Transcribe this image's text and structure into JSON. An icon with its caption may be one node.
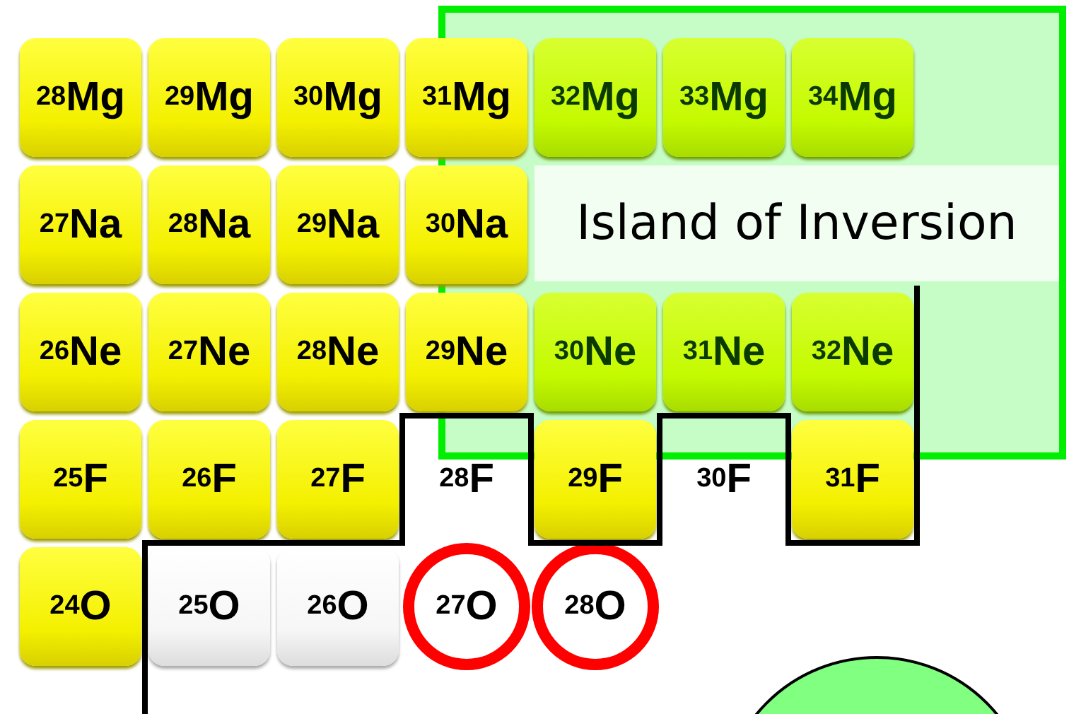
{
  "diagram": {
    "nodes": [
      {
        "text": [
          "Island of Inversion"
        ]
      },
      {
        "text": [
          "$^{28}$Mg"
        ]
      },
      {
        "text": [
          "$^{29}$Mg"
        ]
      },
      {
        "text": [
          "$^{30}$Mg"
        ]
      },
      {
        "text": [
          "$^{31}$Mg"
        ]
      },
      {
        "text": [
          "$^{32}$Mg"
        ],
        "in": 0
      },
      {
        "text": [
          "$^{33}$Mg"
        ],
        "in": 0
      },
      {
        "text": [
          "$^{34}$Mg"
        ],
        "in": 0
      },
      {
        "text": [
          "$^{27}$Na"
        ]
      },
      {
        "text": [
          "$^{28}$Na"
        ]
      },
      {
        "text": [
          "$^{29}$Na"
        ]
      },
      {
        "text": [
          "$^{30}$Na"
        ]
      },
      {
        "text": [
          "$^{26}$Ne"
        ]
      },
      {
        "text": [
          "$^{27}$Ne"
        ]
      },
      {
        "text": [
          "$^{28}$Ne"
        ]
      },
      {
        "text": [
          "$^{29}$Ne"
        ]
      },
      {
        "text": [
          "$^{30}$Ne"
        ],
        "in": 0
      },
      {
        "text": [
          "$^{31}$Ne"
        ],
        "in": 0
      },
      {
        "text": [
          "$^{32}$Ne"
        ],
        "in": 0
      },
      {
        "text": [
          "$^{25}$F"
        ]
      },
      {
        "text": [
          "$^{26}$F"
        ]
      },
      {
        "text": [
          "$^{27}$F"
        ]
      },
      {
        "text": [
          "$^{28}$F"
        ]
      },
      {
        "text": [
          "$^{29}$F"
        ]
      },
      {
        "text": [
          "$^{30}$F"
        ]
      },
      {
        "text": [
          "$^{31}$F"
        ]
      },
      {
        "text": [
          "$^{24}$O"
        ]
      },
      {
        "text": [
          "$^{25}$O"
        ]
      },
      {
        "text": [
          "$^{26}$O"
        ]
      },
      {
        "text": [
          "$^{27}$O"
        ]
      },
      {
        "text": [
          "$^{28}$O"
        ]
      }
    ]
  }
}
